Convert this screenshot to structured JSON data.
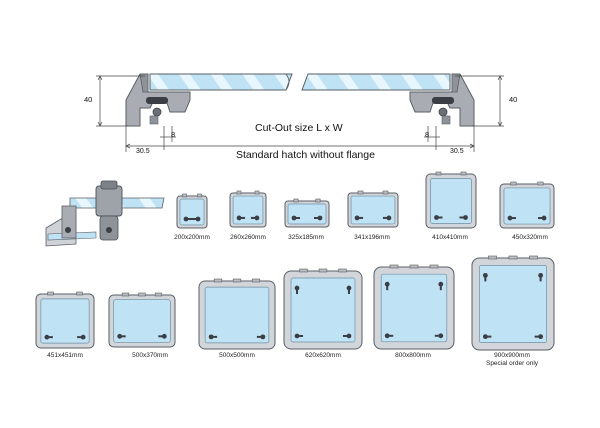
{
  "profile": {
    "height_left": "40",
    "height_right": "40",
    "flange_left": "8",
    "flange_right": "8",
    "offset_left": "30.5",
    "offset_right": "30.5",
    "cutout_label": "Cut-Out size L x W",
    "caption": "Standard hatch without flange"
  },
  "hatches": [
    {
      "size": "200x200mm"
    },
    {
      "size": "260x260mm"
    },
    {
      "size": "325x185mm"
    },
    {
      "size": "341x196mm"
    },
    {
      "size": "410x410mm"
    },
    {
      "size": "450x320mm"
    },
    {
      "size": "451x451mm"
    },
    {
      "size": "500x370mm"
    },
    {
      "size": "500x500mm"
    },
    {
      "size": "620x620mm"
    },
    {
      "size": "800x800mm"
    },
    {
      "size": "900x900mm",
      "note": "Special order only"
    }
  ],
  "colors": {
    "glass": "#bfe3f5",
    "glass_highlight": "#e8f6fd",
    "frame": "#d2d6da",
    "frame_stroke": "#5a5f66",
    "profile_gray": "#a9adb3",
    "dim_line": "#444444"
  }
}
